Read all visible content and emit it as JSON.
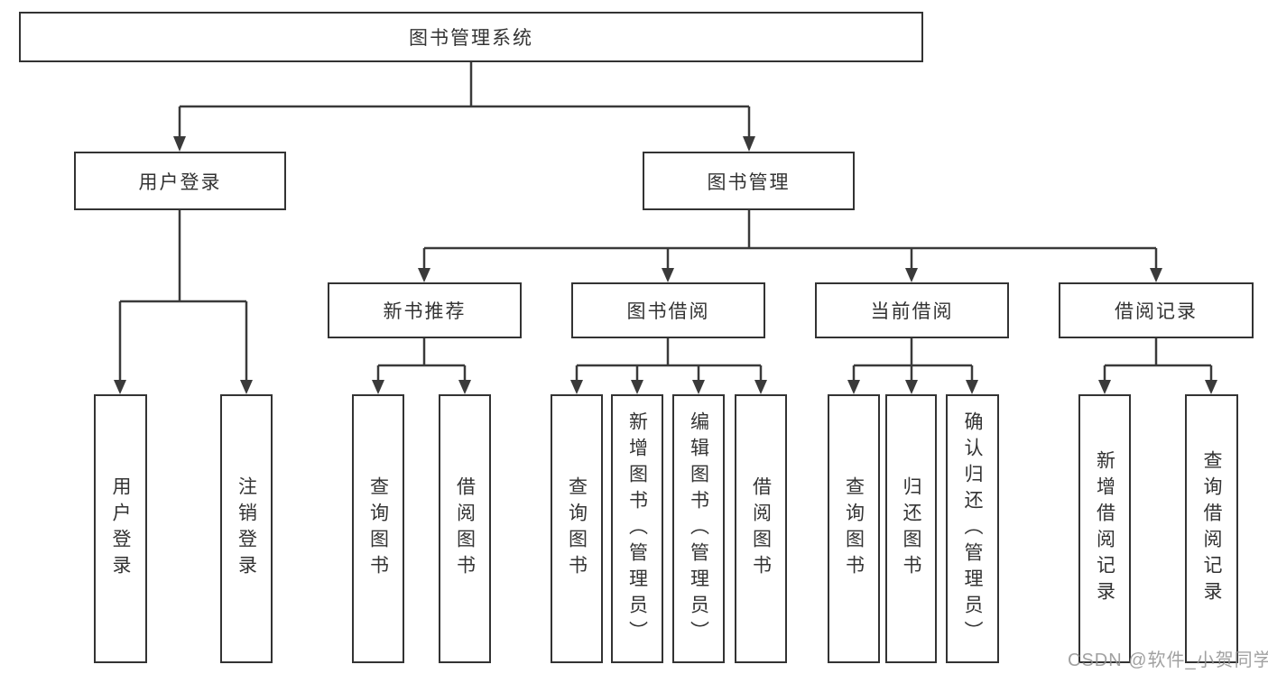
{
  "tree": {
    "root": {
      "label": "图书管理系统"
    },
    "branches": [
      {
        "label": "用户登录",
        "children": [
          {
            "label": "用户登录"
          },
          {
            "label": "注销登录"
          }
        ]
      },
      {
        "label": "图书管理",
        "children": [
          {
            "label": "新书推荐",
            "children": [
              {
                "label": "查询图书"
              },
              {
                "label": "借阅图书"
              }
            ]
          },
          {
            "label": "图书借阅",
            "children": [
              {
                "label": "查询图书"
              },
              {
                "label": "新增图书（管理员）"
              },
              {
                "label": "编辑图书（管理员）"
              },
              {
                "label": "借阅图书"
              }
            ]
          },
          {
            "label": "当前借阅",
            "children": [
              {
                "label": "查询图书"
              },
              {
                "label": "归还图书"
              },
              {
                "label": "确认归还（管理员）"
              }
            ]
          },
          {
            "label": "借阅记录",
            "children": [
              {
                "label": "新增借阅记录"
              },
              {
                "label": "查询借阅记录"
              }
            ]
          }
        ]
      }
    ]
  },
  "watermark": {
    "text": "CSDN @软件_小贺同学"
  },
  "colors": {
    "line": "#3a3a3a",
    "text": "#333333",
    "box_background": "#ffffff",
    "watermark": "#919191"
  }
}
